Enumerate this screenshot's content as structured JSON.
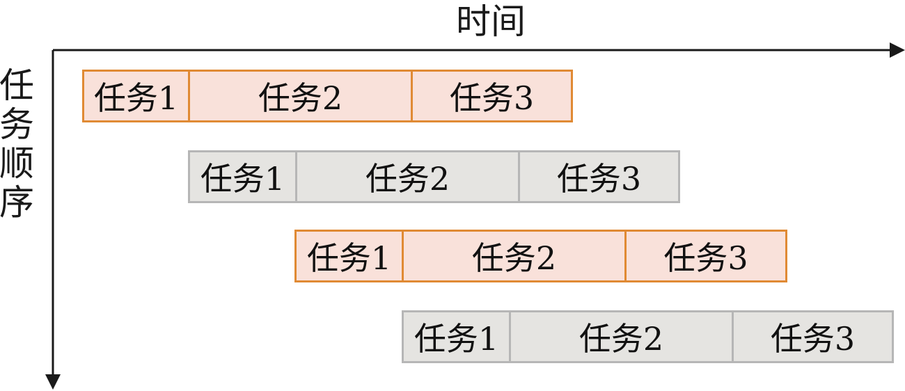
{
  "x_axis": {
    "label": "时间"
  },
  "y_axis": {
    "label": "任务顺序"
  },
  "colors": {
    "axis": "#1a1a1a",
    "orange_fill": "#f9e1da",
    "orange_border": "#e08a34",
    "gray_fill": "#e5e4e1",
    "gray_border": "#b6b6b6"
  },
  "rows": [
    {
      "style": "orange",
      "tasks": [
        "任务1",
        "任务2",
        "任务3"
      ]
    },
    {
      "style": "gray",
      "tasks": [
        "任务1",
        "任务2",
        "任务3"
      ]
    },
    {
      "style": "orange",
      "tasks": [
        "任务1",
        "任务2",
        "任务3"
      ]
    },
    {
      "style": "gray",
      "tasks": [
        "任务1",
        "任务2",
        "任务3"
      ]
    }
  ]
}
